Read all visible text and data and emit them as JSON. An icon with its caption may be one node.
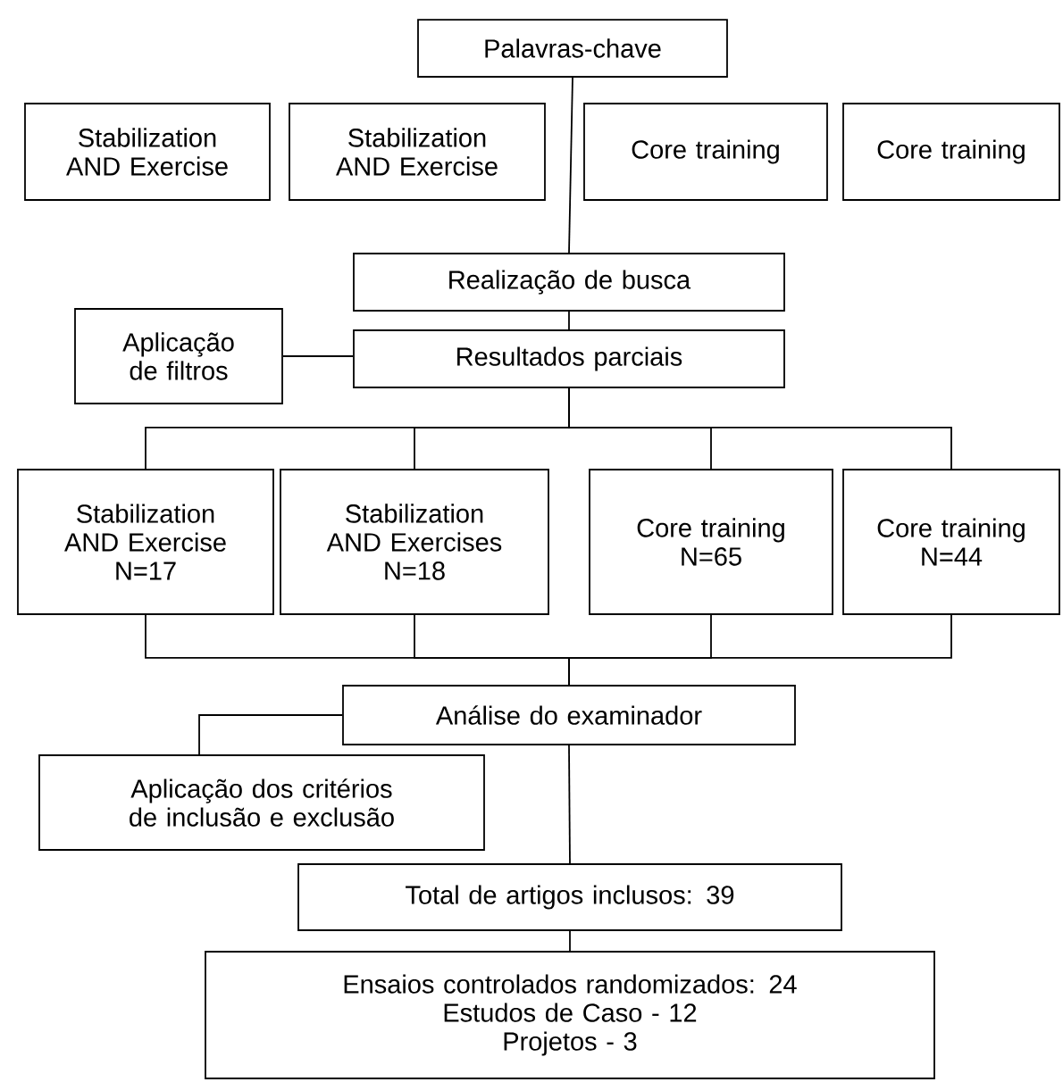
{
  "diagram": {
    "nodes": [
      {
        "text": [
          "Palavras-chave"
        ]
      },
      {
        "text": [
          "Stabilization AND Exercise"
        ]
      },
      {
        "text": [
          "Stabilization AND Exercise"
        ]
      },
      {
        "text": [
          "Core training"
        ]
      },
      {
        "text": [
          "Core training"
        ]
      },
      {
        "text": [
          "Realização de busca"
        ]
      },
      {
        "text": [
          "Aplicação de filtros"
        ]
      },
      {
        "text": [
          "Resultados parciais"
        ]
      },
      {
        "text": [
          "Stabilization AND Exercise",
          "N=17"
        ]
      },
      {
        "text": [
          "Stabilization AND Exercises",
          "N=18"
        ]
      },
      {
        "text": [
          "Core training",
          "N=65"
        ]
      },
      {
        "text": [
          "Core training",
          "N=44"
        ]
      },
      {
        "text": [
          "Análise do examinador"
        ]
      },
      {
        "text": [
          "Aplicação dos critérios de inclusão e exclusão"
        ]
      },
      {
        "text": [
          "Total de artigos inclusos: 39"
        ]
      },
      {
        "text": [
          "Ensaios controlados randomizados: 24",
          "Estudos de Caso - 12",
          "Projetos  - 3"
        ]
      }
    ],
    "edges": [
      {
        "from": 0,
        "to": 5,
        "arrow": "none"
      },
      {
        "from": 5,
        "to": 7,
        "arrow": "none"
      },
      {
        "from": 6,
        "to": 7,
        "arrow": "none"
      },
      {
        "from": 7,
        "to": 8,
        "arrow": "none"
      },
      {
        "from": 7,
        "to": 9,
        "arrow": "none"
      },
      {
        "from": 7,
        "to": 10,
        "arrow": "none"
      },
      {
        "from": 7,
        "to": 11,
        "arrow": "none"
      },
      {
        "from": 8,
        "to": 12,
        "arrow": "none"
      },
      {
        "from": 9,
        "to": 12,
        "arrow": "none"
      },
      {
        "from": 10,
        "to": 12,
        "arrow": "none"
      },
      {
        "from": 11,
        "to": 12,
        "arrow": "none"
      },
      {
        "from": 12,
        "to": 13,
        "arrow": "none"
      },
      {
        "from": 12,
        "to": 14,
        "arrow": "none"
      },
      {
        "from": 14,
        "to": 15,
        "arrow": "none"
      }
    ]
  }
}
